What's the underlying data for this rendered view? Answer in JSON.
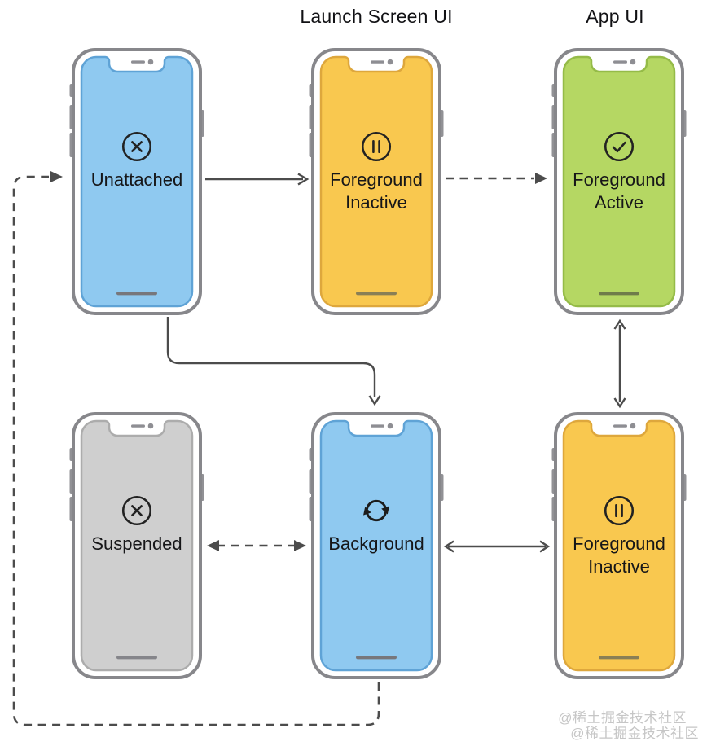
{
  "diagram": {
    "headings": {
      "launch_screen": "Launch Screen UI",
      "app_ui": "App UI"
    },
    "states": [
      {
        "id": "unattached",
        "label": "Unattached",
        "icon": "cross-circle-icon",
        "screen_fill": "#8FC9F0",
        "screen_stroke": "#5FA3D6"
      },
      {
        "id": "foreground-inactive-launch",
        "label": "Foreground Inactive",
        "icon": "pause-circle-icon",
        "screen_fill": "#F9C84F",
        "screen_stroke": "#DEA73C"
      },
      {
        "id": "foreground-active",
        "label": "Foreground Active",
        "icon": "check-circle-icon",
        "screen_fill": "#B5D763",
        "screen_stroke": "#95BB48"
      },
      {
        "id": "suspended",
        "label": "Suspended",
        "icon": "cross-circle-icon",
        "screen_fill": "#CFCFCF",
        "screen_stroke": "#ACACAC"
      },
      {
        "id": "background",
        "label": "Background",
        "icon": "refresh-cycle-icon",
        "screen_fill": "#8FC9F0",
        "screen_stroke": "#5FA3D6"
      },
      {
        "id": "foreground-inactive-app",
        "label": "Foreground Inactive",
        "icon": "pause-circle-icon",
        "screen_fill": "#F9C84F",
        "screen_stroke": "#DEA73C"
      }
    ],
    "transitions": [
      {
        "from": "unattached",
        "to": "foreground-inactive-launch",
        "style": "solid"
      },
      {
        "from": "foreground-inactive-launch",
        "to": "foreground-active",
        "style": "dashed"
      },
      {
        "from": "unattached",
        "to": "background",
        "style": "solid-curved"
      },
      {
        "from": "foreground-active",
        "to": "foreground-inactive-app",
        "style": "solid-bidirectional"
      },
      {
        "from": "suspended",
        "to": "background",
        "style": "dashed-bidirectional"
      },
      {
        "from": "background",
        "to": "foreground-inactive-app",
        "style": "solid-bidirectional"
      },
      {
        "from": "background",
        "to": "unattached",
        "style": "dashed-loop"
      }
    ],
    "watermark": {
      "line1": "@稀土掘金技术社区",
      "line2": "@稀土掘金技术社区"
    },
    "colors": {
      "arrow": "#4C4C4C",
      "phone_frame": "#87878B",
      "text": "#161618",
      "watermark": "#C6C6C6"
    }
  }
}
